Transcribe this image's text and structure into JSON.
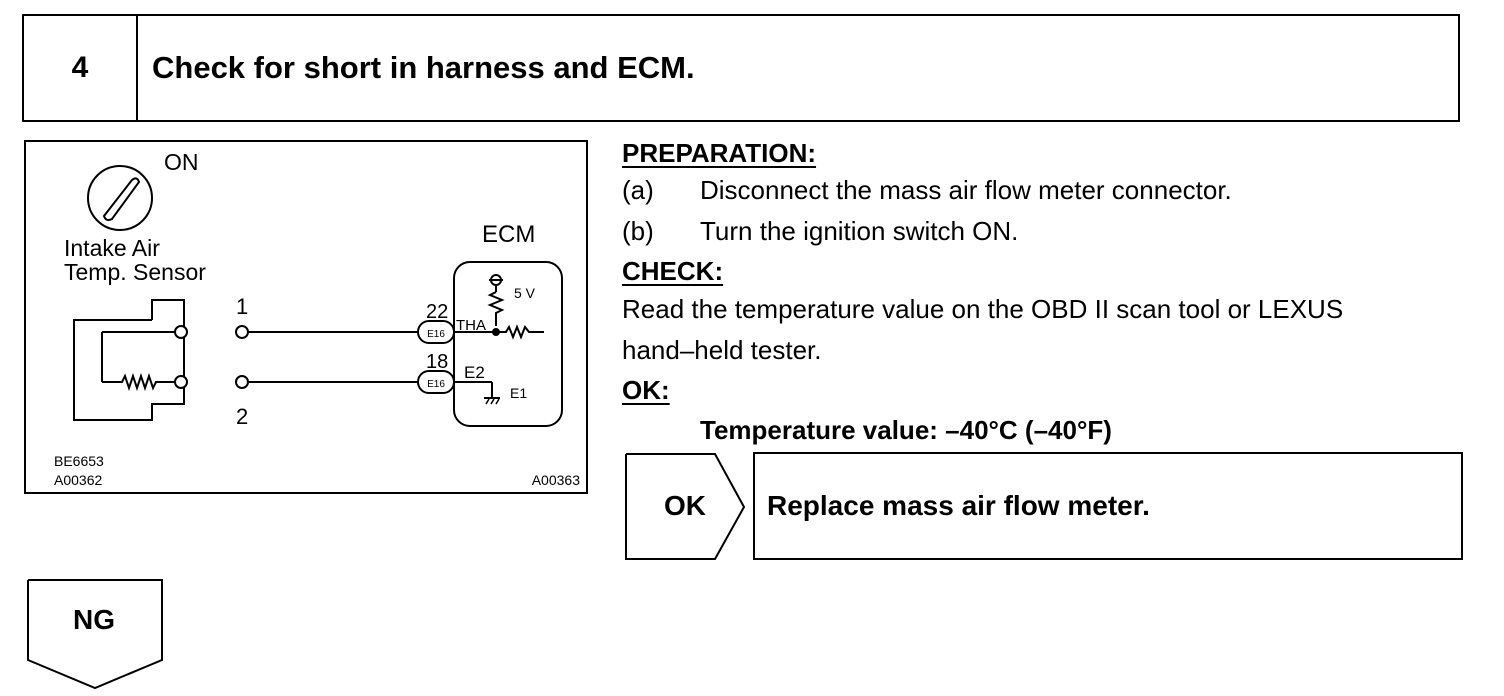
{
  "step": {
    "number": "4",
    "title": "Check for short in harness and ECM."
  },
  "figure": {
    "switch_state": "ON",
    "sensor_label_line1": "Intake Air",
    "sensor_label_line2": "Temp. Sensor",
    "pin1": "1",
    "pin2": "2",
    "ecm_label": "ECM",
    "ecm_pin_top": "22",
    "ecm_pin_bottom": "18",
    "connector_top": "E16",
    "connector_bottom": "E16",
    "signal_tha": "THA",
    "signal_e2": "E2",
    "ground_e1": "E1",
    "voltage": "5 V",
    "code_left1": "BE6653",
    "code_left2": "A00362",
    "code_right": "A00363"
  },
  "preparation": {
    "heading": "PREPARATION:",
    "steps": [
      {
        "marker": "(a)",
        "text": "Disconnect the mass air flow meter connector."
      },
      {
        "marker": "(b)",
        "text": "Turn the ignition switch ON."
      }
    ]
  },
  "check": {
    "heading": "CHECK:",
    "line1": "Read the temperature value on the OBD II scan tool or LEXUS",
    "line2": "hand–held tester."
  },
  "ok": {
    "heading": "OK:",
    "spec": "Temperature value: –40°C (–40°F)",
    "label": "OK",
    "result": "Replace mass air flow meter."
  },
  "ng": {
    "label": "NG"
  }
}
